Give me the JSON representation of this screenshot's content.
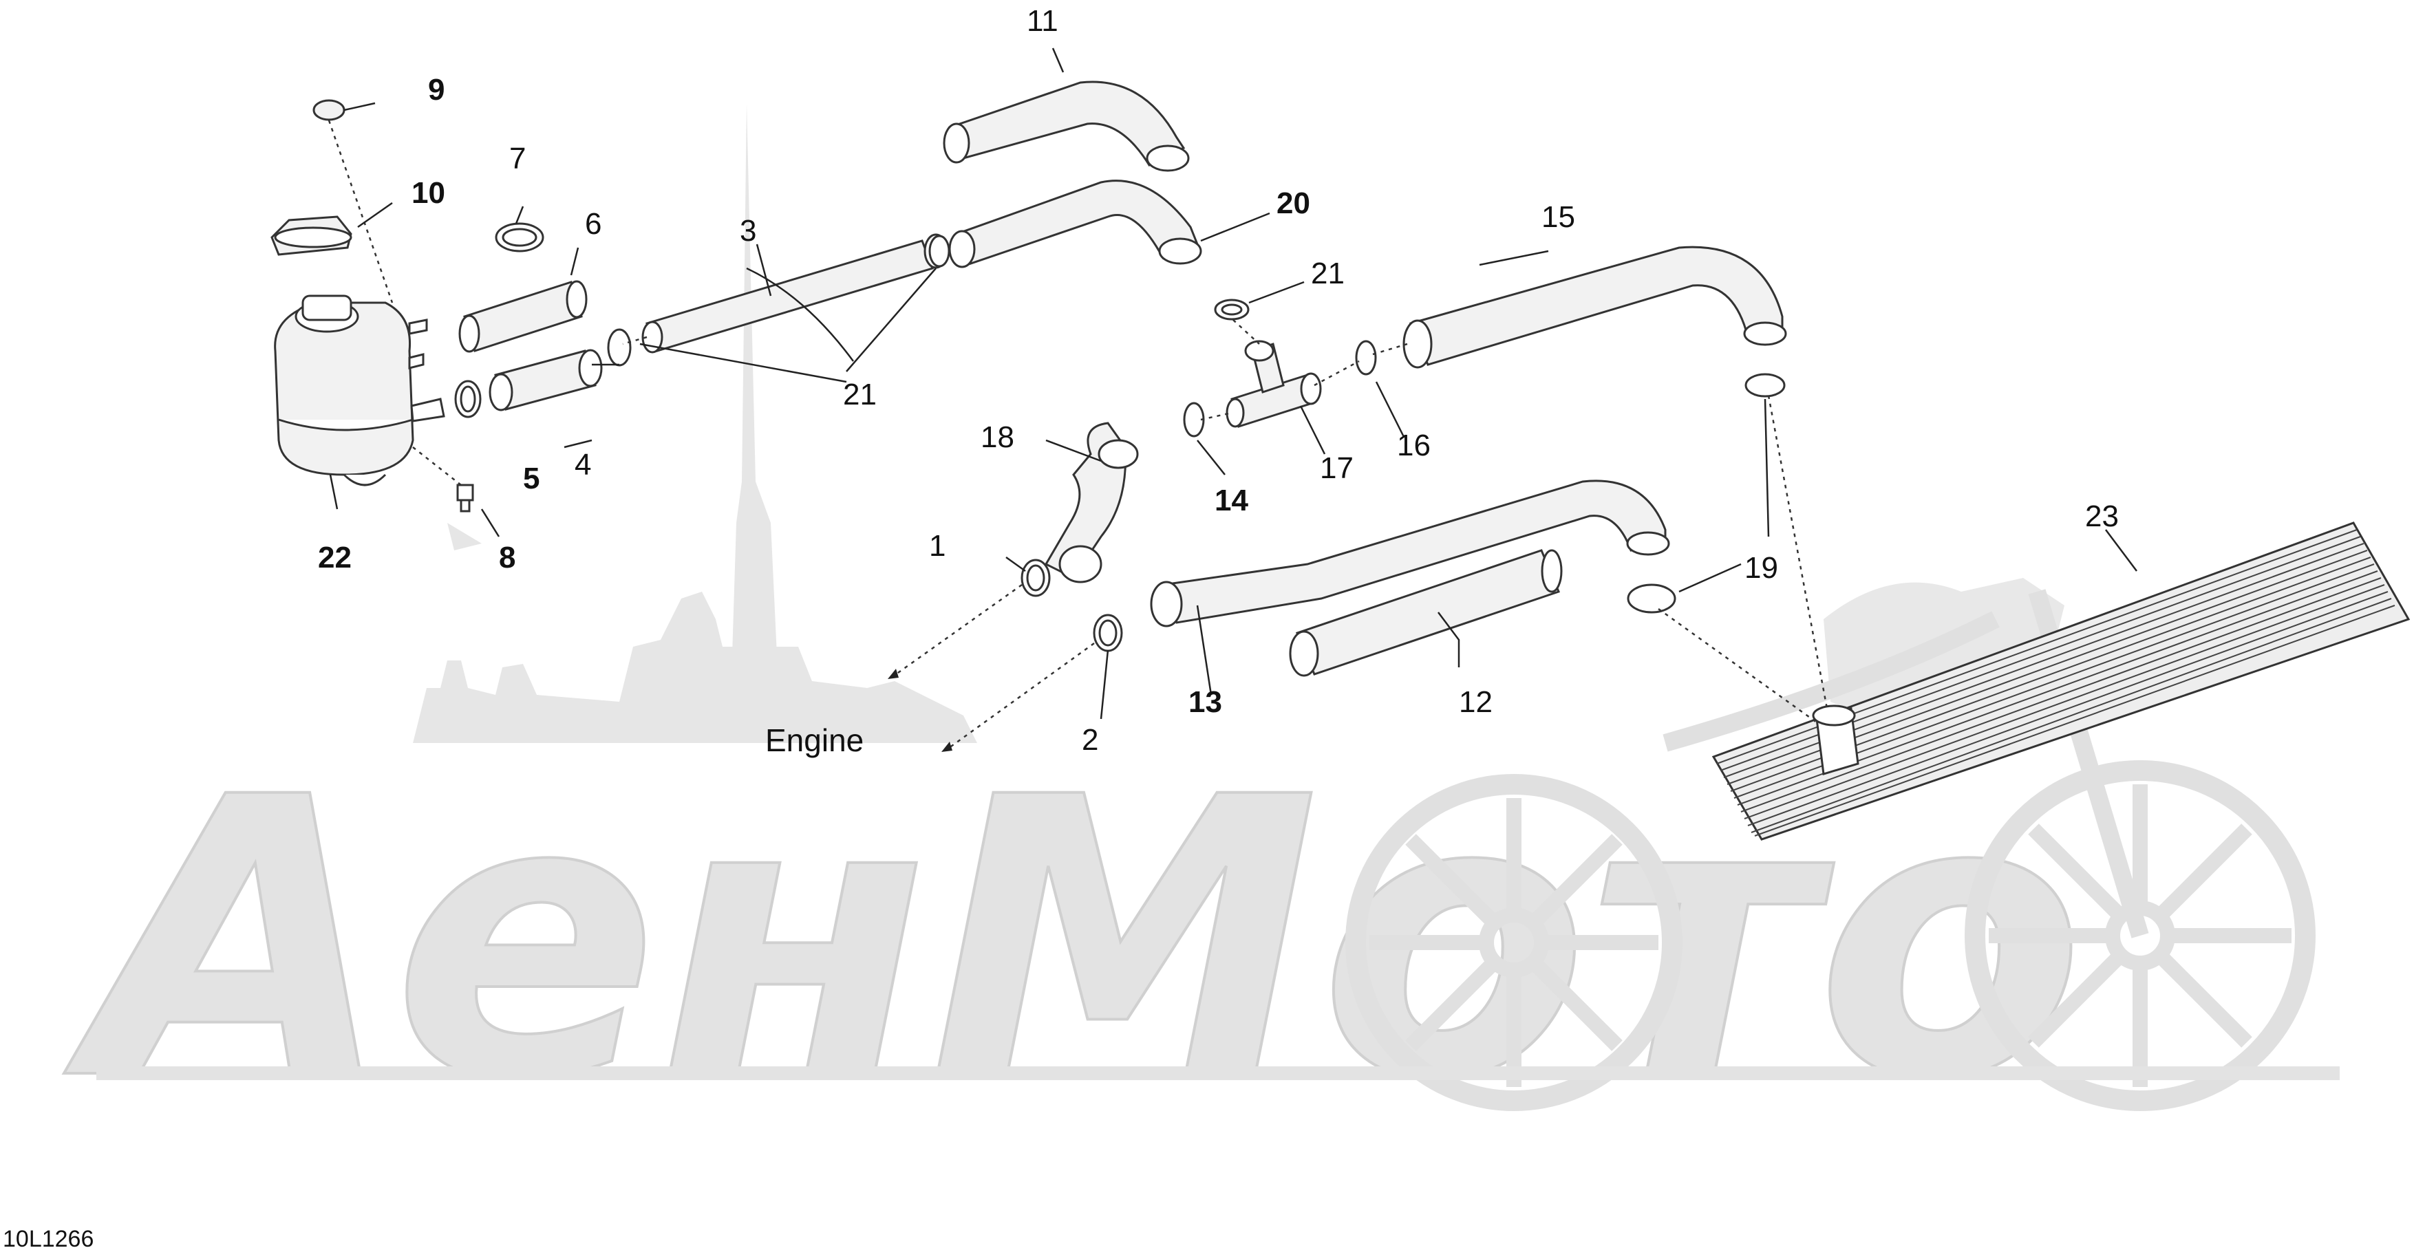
{
  "diagram": {
    "document_id": "10L1266",
    "engine_label": "Engine",
    "watermark_text": "АенМото",
    "colors": {
      "watermark": "#e3e3e3",
      "line": "#333333",
      "text": "#111111",
      "background": "#ffffff"
    },
    "callouts": [
      {
        "id": "c1",
        "label": "1"
      },
      {
        "id": "c2",
        "label": "2"
      },
      {
        "id": "c3",
        "label": "3"
      },
      {
        "id": "c4",
        "label": "4"
      },
      {
        "id": "c5",
        "label": "5"
      },
      {
        "id": "c6",
        "label": "6"
      },
      {
        "id": "c7",
        "label": "7"
      },
      {
        "id": "c8",
        "label": "8"
      },
      {
        "id": "c9",
        "label": "9"
      },
      {
        "id": "c10",
        "label": "10"
      },
      {
        "id": "c11",
        "label": "11"
      },
      {
        "id": "c12",
        "label": "12"
      },
      {
        "id": "c13",
        "label": "13"
      },
      {
        "id": "c14",
        "label": "14"
      },
      {
        "id": "c15",
        "label": "15"
      },
      {
        "id": "c16",
        "label": "16"
      },
      {
        "id": "c17",
        "label": "17"
      },
      {
        "id": "c18",
        "label": "18"
      },
      {
        "id": "c19",
        "label": "19"
      },
      {
        "id": "c20",
        "label": "20"
      },
      {
        "id": "c21a",
        "label": "21"
      },
      {
        "id": "c21b",
        "label": "21"
      },
      {
        "id": "c22",
        "label": "22"
      },
      {
        "id": "c23",
        "label": "23"
      }
    ]
  }
}
